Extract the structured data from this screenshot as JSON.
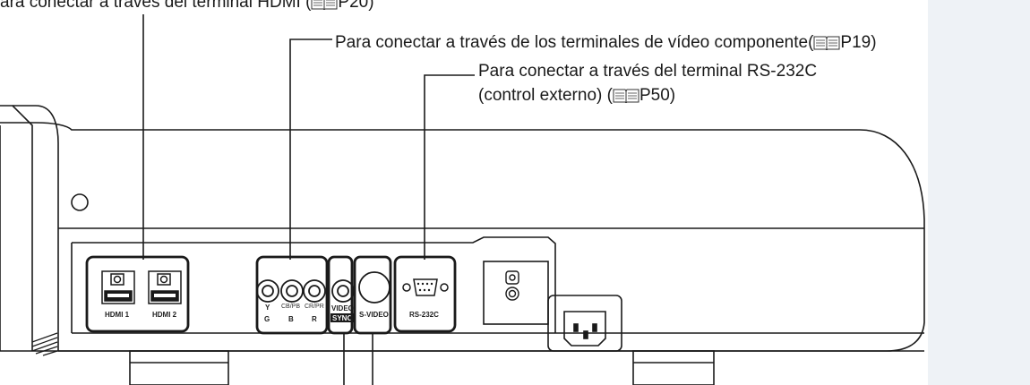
{
  "callouts": {
    "hdmi": {
      "text": "ara conectar a través del terminal HDMI (",
      "page": "P20)"
    },
    "component": {
      "text": "Para conectar a través de los terminales de vídeo componente(",
      "page": "P19)"
    },
    "rs232_line1": "Para conectar a través del terminal RS-232C",
    "rs232_line2": {
      "text": "(control externo) (",
      "page": "P50)"
    }
  },
  "panel_labels": {
    "hdmi1": "HDMI 1",
    "hdmi2": "HDMI 2",
    "y": "Y",
    "g": "G",
    "cb_pb": "CB/PB",
    "b": "B",
    "cr_pr": "CR/PR",
    "r": "R",
    "video": "VIDEO",
    "sync": "SYNC",
    "svideo": "S-VIDEO",
    "rs232c": "RS-232C"
  },
  "icons": {
    "page_ref": "book-icon"
  },
  "colors": {
    "outline": "#1a1a1a",
    "body": "#ffffff",
    "tab": "#eef2f6"
  }
}
